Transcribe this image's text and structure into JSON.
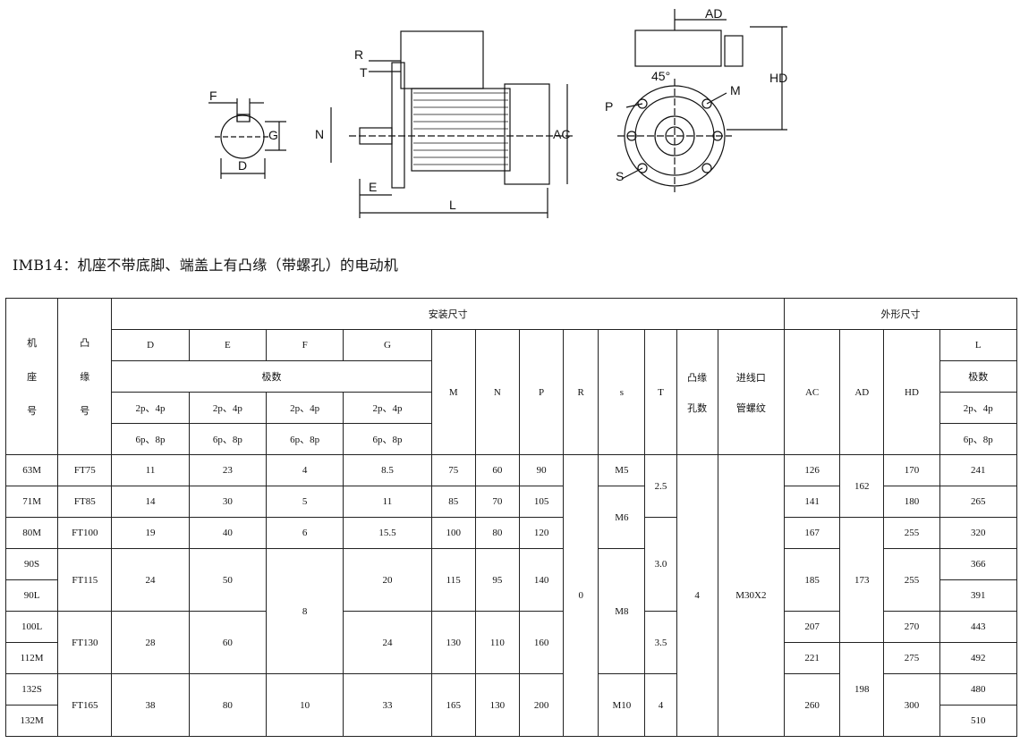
{
  "drawing": {
    "front_labels": [
      "F",
      "G",
      "D"
    ],
    "side_labels": [
      "R",
      "T",
      "N",
      "E",
      "L",
      "AC"
    ],
    "end_labels": [
      "AD",
      "HD",
      "45°",
      "P",
      "M",
      "S"
    ]
  },
  "title": "IMB14：机座不带底脚、端盖上有凸缘（带螺孔）的电动机",
  "header": {
    "frame": [
      "机",
      "座",
      "号"
    ],
    "flange": [
      "凸",
      "缘",
      "号"
    ],
    "install": "安装尺寸",
    "outline": "外形尺寸",
    "D": "D",
    "E": "E",
    "F": "F",
    "G": "G",
    "poles": "极数",
    "poles_L": "极数",
    "p24": "2p、4p",
    "p68": "6p、8p",
    "M": "M",
    "N": "N",
    "P": "P",
    "R": "R",
    "s": "s",
    "T": "T",
    "holes": [
      "凸缘",
      "孔数"
    ],
    "thread": [
      "进线口",
      "管螺纹"
    ],
    "AC": "AC",
    "AD": "AD",
    "HD": "HD",
    "L": "L"
  },
  "rows": {
    "frame": [
      "63M",
      "71M",
      "80M",
      "90S",
      "90L",
      "100L",
      "112M",
      "132S",
      "132M"
    ],
    "flange": [
      "FT75",
      "FT85",
      "FT100",
      "FT115",
      "FT130",
      "FT165"
    ],
    "D": [
      "11",
      "14",
      "19",
      "24",
      "28",
      "38"
    ],
    "E": [
      "23",
      "30",
      "40",
      "50",
      "60",
      "80"
    ],
    "F": [
      "4",
      "5",
      "6",
      "8",
      "10"
    ],
    "G": [
      "8.5",
      "11",
      "15.5",
      "20",
      "24",
      "33"
    ],
    "M": [
      "75",
      "85",
      "100",
      "115",
      "130",
      "165"
    ],
    "N": [
      "60",
      "70",
      "80",
      "95",
      "110",
      "130"
    ],
    "P": [
      "90",
      "105",
      "120",
      "140",
      "160",
      "200"
    ],
    "R": "0",
    "s": [
      "M5",
      "M6",
      "M8",
      "M10"
    ],
    "T": [
      "2.5",
      "3.0",
      "3.5",
      "4"
    ],
    "holes": "4",
    "thread": "M30X2",
    "AC": [
      "126",
      "141",
      "167",
      "185",
      "207",
      "221",
      "260"
    ],
    "AD": [
      "162",
      "173",
      "198"
    ],
    "HD": [
      "170",
      "180",
      "255",
      "255",
      "270",
      "275",
      "300"
    ],
    "L": [
      "241",
      "265",
      "320",
      "366",
      "391",
      "443",
      "492",
      "480",
      "510"
    ]
  }
}
